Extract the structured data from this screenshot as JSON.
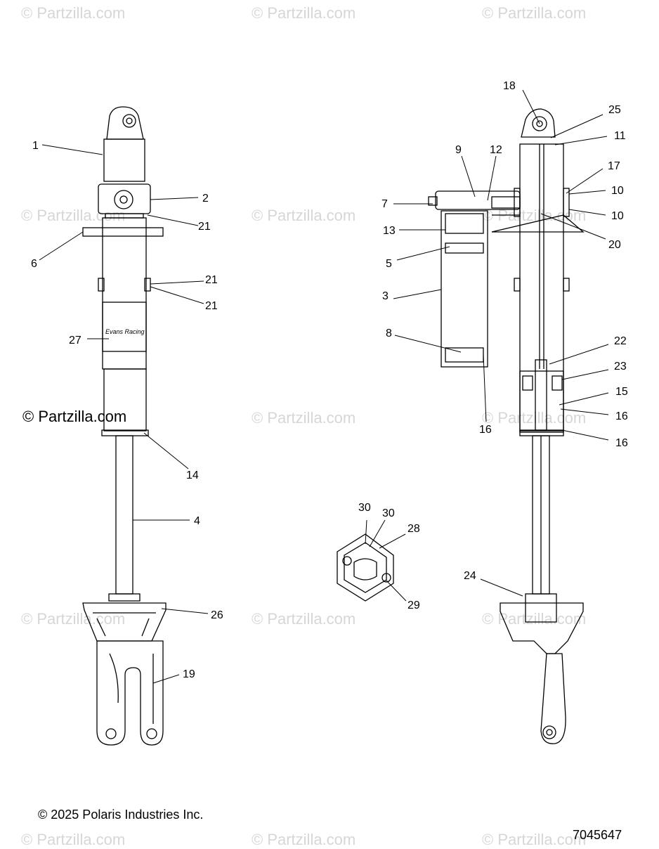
{
  "watermark_text": "© Partzilla.com",
  "copyright_main": "© Partzilla.com",
  "copyright_footer": "© 2025 Polaris Industries Inc.",
  "part_number": "7045647",
  "label_text": "Evans Racing",
  "callouts": [
    "1",
    "2",
    "3",
    "4",
    "5",
    "6",
    "7",
    "8",
    "9",
    "10",
    "10",
    "11",
    "12",
    "13",
    "14",
    "15",
    "16",
    "16",
    "16",
    "17",
    "18",
    "19",
    "20",
    "21",
    "21",
    "21",
    "22",
    "23",
    "24",
    "25",
    "26",
    "27",
    "28",
    "29",
    "30",
    "30"
  ],
  "colors": {
    "line": "#000000",
    "watermark": "#d6d6d6",
    "background": "#ffffff"
  }
}
